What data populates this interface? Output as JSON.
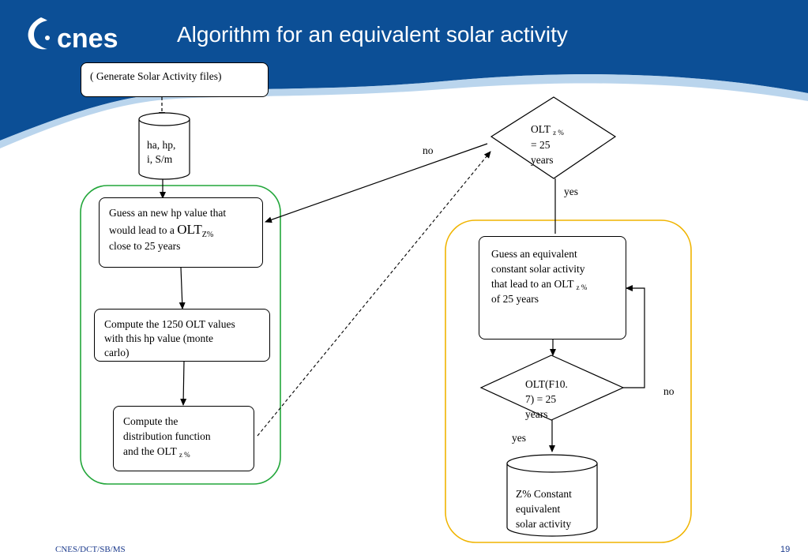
{
  "header": {
    "title": "Algorithm for an equivalent solar activity",
    "logo_text": "cnes",
    "color_dark": "#0c4f96",
    "color_light": "#2f86c9"
  },
  "left": {
    "generate": "( Generate Solar Activity files)",
    "cyl_line1": "ha, hp,",
    "cyl_line2": "i, S/m",
    "guess_line1": "Guess an new hp value that",
    "guess_line2_pre": "would lead to a ",
    "guess_olt": "OLT",
    "guess_sub": "Z%",
    "guess_line3": "close to 25 years",
    "compute1_line1": "Compute the 1250 OLT values",
    "compute1_line2": "with this hp value (monte",
    "compute1_line3": "carlo)",
    "compute2_line1": "Compute the",
    "compute2_line2": "distribution function",
    "compute2_line3_pre": "and the OLT ",
    "compute2_sub": "z %",
    "frame_color": "#22a63a"
  },
  "right": {
    "decision_top_olt": "OLT ",
    "decision_top_sub": "z %",
    "decision_top_line2": "= 25",
    "decision_top_line3": "years",
    "label_no_top": "no",
    "label_yes_top": "yes",
    "guess_line1": "Guess an equivalent",
    "guess_line2": "constant solar activity",
    "guess_line3_pre": "that lead to an OLT ",
    "guess_sub": "z %",
    "guess_line4": "of 25 years",
    "decision_f10_line1": "OLT(F10.",
    "decision_f10_line2": "7) = 25",
    "decision_f10_line3": "years",
    "label_no_right": "no",
    "label_yes_bottom": "yes",
    "result_line1": "Z% Constant",
    "result_line2": "equivalent",
    "result_line3": "solar activity",
    "frame_color": "#f0b400"
  },
  "footer": {
    "left": "CNES/DCT/SB/MS",
    "page": "19"
  }
}
